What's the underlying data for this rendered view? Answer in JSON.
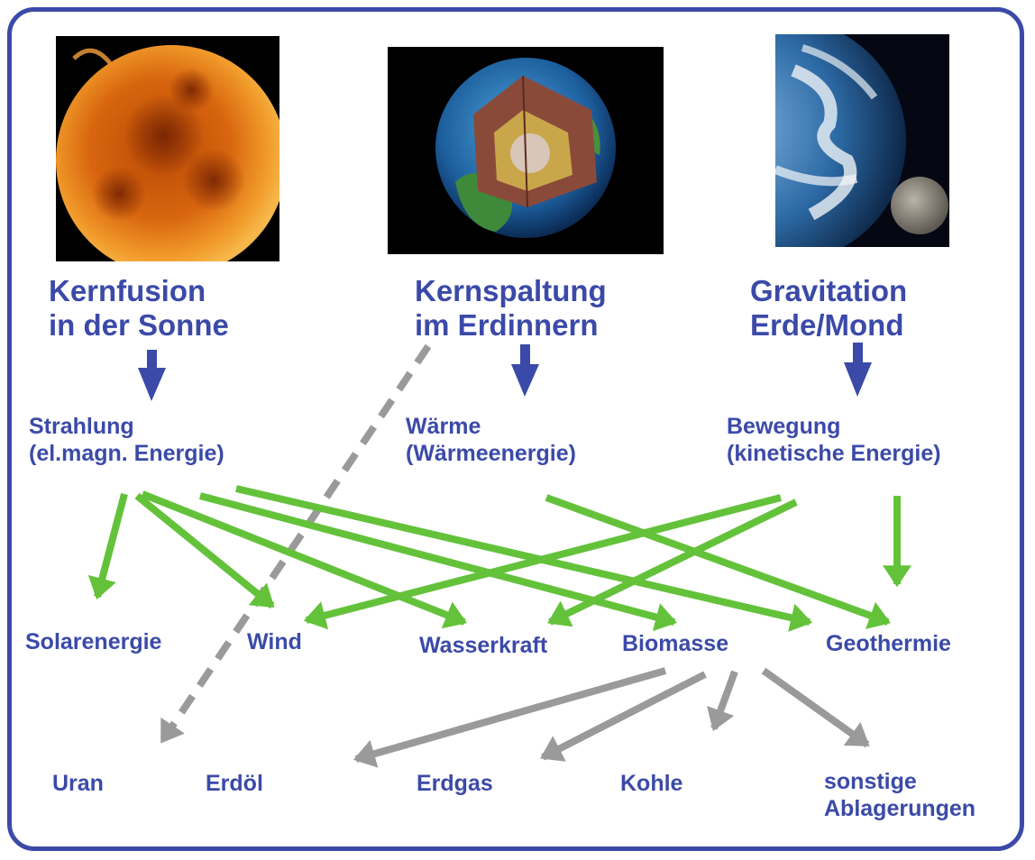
{
  "colors": {
    "primary": "#3b4aa8",
    "green_arrow": "#63c23a",
    "grey_arrow": "#9a9a9a"
  },
  "images": [
    {
      "name": "sun-image",
      "subject": "Sonne"
    },
    {
      "name": "earth-cutaway-image",
      "subject": "Erde (Schnitt)"
    },
    {
      "name": "earth-moon-image",
      "subject": "Erde und Mond"
    }
  ],
  "sources": {
    "kernfusion": {
      "line1": "Kernfusion",
      "line2": "in der Sonne"
    },
    "kernspaltung": {
      "line1": "Kernspaltung",
      "line2": "im Erdinnern"
    },
    "gravitation": {
      "line1": "Gravitation",
      "line2": "Erde/Mond"
    }
  },
  "forms": {
    "strahlung": {
      "line1": "Strahlung",
      "line2": "(el.magn. Energie)"
    },
    "waerme": {
      "line1": "Wärme",
      "line2": "(Wärmeenergie)"
    },
    "bewegung": {
      "line1": "Bewegung",
      "line2": "(kinetische Energie)"
    }
  },
  "renewables": {
    "solarenergie": "Solarenergie",
    "wind": "Wind",
    "wasserkraft": "Wasserkraft",
    "biomasse": "Biomasse",
    "geothermie": "Geothermie"
  },
  "stores": {
    "uran": "Uran",
    "erdoel": "Erdöl",
    "erdgas": "Erdgas",
    "kohle": "Kohle",
    "sonstige_line1": "sonstige",
    "sonstige_line2": "Ablagerungen"
  },
  "edges": [
    {
      "from": "Kernfusion in der Sonne",
      "to": "Strahlung",
      "kind": "primary"
    },
    {
      "from": "Kernspaltung im Erdinnern",
      "to": "Wärme",
      "kind": "primary"
    },
    {
      "from": "Gravitation Erde/Mond",
      "to": "Bewegung",
      "kind": "primary"
    },
    {
      "from": "Strahlung",
      "to": "Solarenergie",
      "kind": "green"
    },
    {
      "from": "Strahlung",
      "to": "Wind",
      "kind": "green"
    },
    {
      "from": "Strahlung",
      "to": "Wasserkraft",
      "kind": "green"
    },
    {
      "from": "Strahlung",
      "to": "Biomasse",
      "kind": "green"
    },
    {
      "from": "Strahlung",
      "to": "Geothermie",
      "kind": "green"
    },
    {
      "from": "Wärme",
      "to": "Geothermie",
      "kind": "green"
    },
    {
      "from": "Bewegung",
      "to": "Wind",
      "kind": "green"
    },
    {
      "from": "Bewegung",
      "to": "Wasserkraft",
      "kind": "green"
    },
    {
      "from": "Bewegung",
      "to": "Geothermie",
      "kind": "green"
    },
    {
      "from": "Biomasse",
      "to": "Erdöl",
      "kind": "grey"
    },
    {
      "from": "Biomasse",
      "to": "Erdgas",
      "kind": "grey"
    },
    {
      "from": "Biomasse",
      "to": "Kohle",
      "kind": "grey"
    },
    {
      "from": "Biomasse",
      "to": "sonstige Ablagerungen",
      "kind": "grey"
    },
    {
      "from": "Kernspaltung im Erdinnern",
      "to": "Uran",
      "kind": "grey-dashed"
    }
  ]
}
